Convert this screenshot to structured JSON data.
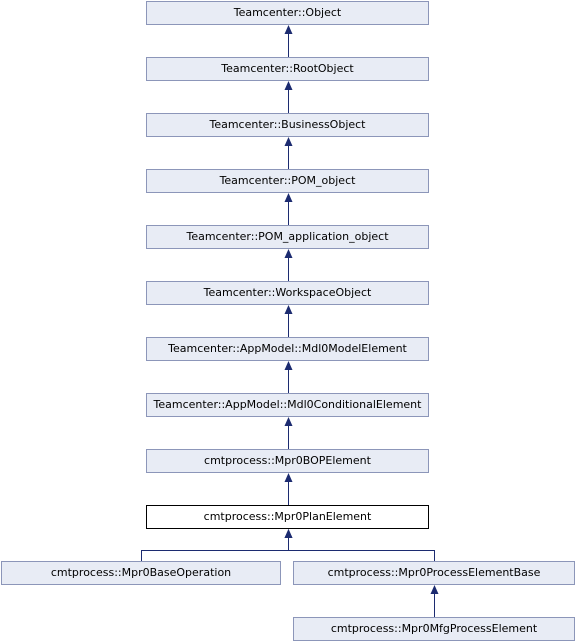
{
  "diagram": {
    "type": "class-inheritance",
    "nodes": [
      {
        "id": "n0",
        "label": "Teamcenter::Object",
        "current": false
      },
      {
        "id": "n1",
        "label": "Teamcenter::RootObject",
        "current": false
      },
      {
        "id": "n2",
        "label": "Teamcenter::BusinessObject",
        "current": false
      },
      {
        "id": "n3",
        "label": "Teamcenter::POM_object",
        "current": false
      },
      {
        "id": "n4",
        "label": "Teamcenter::POM_application_object",
        "current": false
      },
      {
        "id": "n5",
        "label": "Teamcenter::WorkspaceObject",
        "current": false
      },
      {
        "id": "n6",
        "label": "Teamcenter::AppModel::Mdl0ModelElement",
        "current": false
      },
      {
        "id": "n7",
        "label": "Teamcenter::AppModel::Mdl0ConditionalElement",
        "current": false
      },
      {
        "id": "n8",
        "label": "cmtprocess::Mpr0BOPElement",
        "current": false
      },
      {
        "id": "n9",
        "label": "cmtprocess::Mpr0PlanElement",
        "current": true
      },
      {
        "id": "n10",
        "label": "cmtprocess::Mpr0BaseOperation",
        "current": false
      },
      {
        "id": "n11",
        "label": "cmtprocess::Mpr0ProcessElementBase",
        "current": false
      },
      {
        "id": "n12",
        "label": "cmtprocess::Mpr0MfgProcessElement",
        "current": false
      }
    ],
    "edges": [
      {
        "from": "n1",
        "to": "n0"
      },
      {
        "from": "n2",
        "to": "n1"
      },
      {
        "from": "n3",
        "to": "n2"
      },
      {
        "from": "n4",
        "to": "n3"
      },
      {
        "from": "n5",
        "to": "n4"
      },
      {
        "from": "n6",
        "to": "n5"
      },
      {
        "from": "n7",
        "to": "n6"
      },
      {
        "from": "n8",
        "to": "n7"
      },
      {
        "from": "n9",
        "to": "n8"
      },
      {
        "from": "n10",
        "to": "n9"
      },
      {
        "from": "n11",
        "to": "n9"
      },
      {
        "from": "n12",
        "to": "n11"
      }
    ],
    "colors": {
      "node_fill": "#e8ecf5",
      "node_border": "#8c96b9",
      "current_fill": "#ffffff",
      "current_border": "#000000",
      "edge": "#1c2b70"
    }
  }
}
